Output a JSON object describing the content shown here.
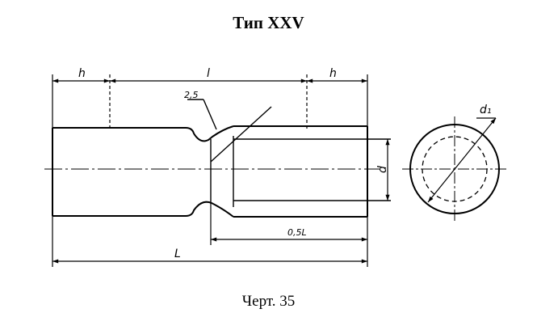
{
  "title": "Тип XXV",
  "caption": "Черт. 35",
  "labels": {
    "h_left": "h",
    "l_top": "l",
    "h_right": "h",
    "radius": "2,5",
    "d": "d",
    "half_L": "0,5L",
    "L": "L",
    "d1": "d₁"
  }
}
